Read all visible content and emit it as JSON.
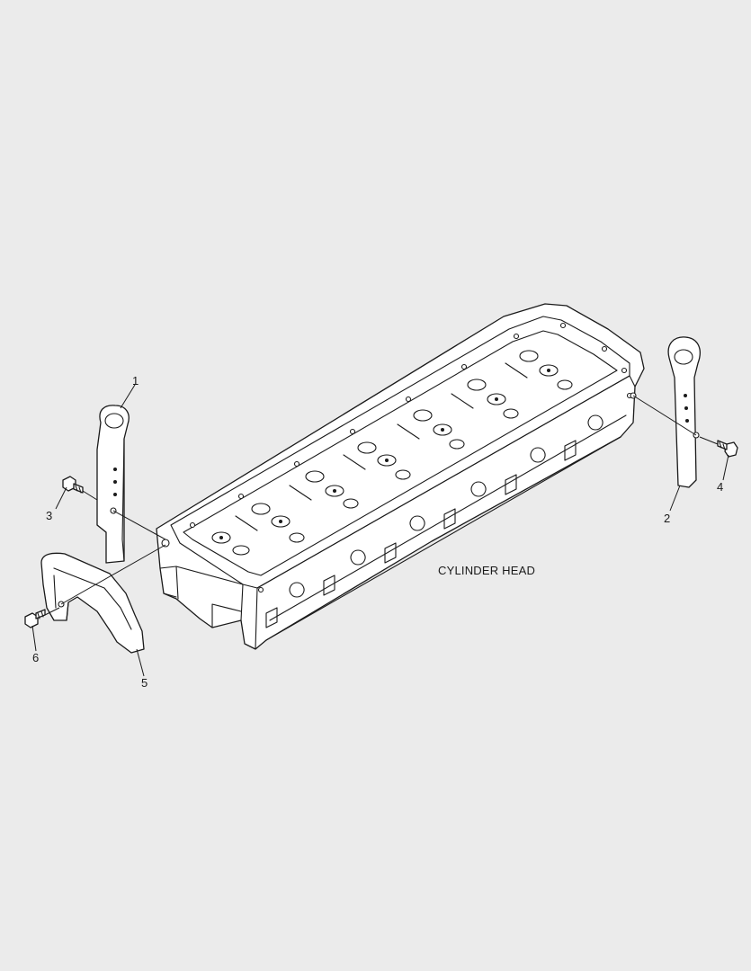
{
  "diagram": {
    "part_label": "CYLINDER HEAD",
    "callouts": {
      "c1": "1",
      "c2": "2",
      "c3": "3",
      "c4": "4",
      "c5": "5",
      "c6": "6"
    }
  },
  "colors": {
    "background": "#ebebeb",
    "line": "#1a1a1a",
    "fill": "#ffffff"
  },
  "icons": {
    "lifting-eye-front": "lifting-eye-bracket-icon",
    "lifting-eye-rear": "lifting-eye-bracket-icon",
    "support-bracket": "curved-bracket-icon",
    "bolts": "flange-bolt-icon"
  }
}
